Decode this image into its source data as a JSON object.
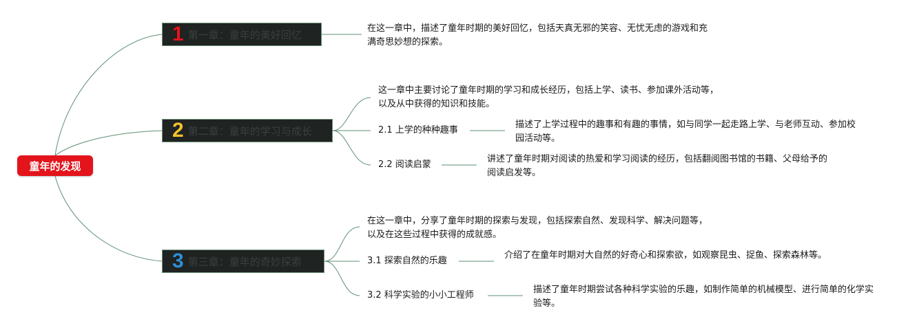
{
  "root": {
    "label": "童年的发现"
  },
  "chapters": [
    {
      "num": "1",
      "num_color": "#e3141b",
      "title": "第一章：童年的美好回忆",
      "desc": "在这一章中，描述了童年时期的美好回忆，包括天真无邪的笑容、无忧无虑的游戏和充满奇思妙想的探索。"
    },
    {
      "num": "2",
      "num_color": "#f2c12e",
      "title": "第二章：童年的学习与成长",
      "desc": "这一章中主要讨论了童年时期的学习和成长经历，包括上学、读书、参加课外活动等，以及从中获得的知识和技能。",
      "subs": [
        {
          "title": "2.1 上学的种种趣事",
          "desc": "描述了上学过程中的趣事和有趣的事情，如与同学一起走路上学、与老师互动、参加校园活动等。"
        },
        {
          "title": "2.2 阅读启蒙",
          "desc": "讲述了童年时期对阅读的热爱和学习阅读的经历，包括翻阅图书馆的书籍、父母给予的阅读启发等。"
        }
      ]
    },
    {
      "num": "3",
      "num_color": "#2f8fd6",
      "title": "第三章：童年的奇妙探索",
      "desc": "在这一章中，分享了童年时期的探索与发现，包括探索自然、发现科学、解决问题等，以及在这些过程中获得的成就感。",
      "subs": [
        {
          "title": "3.1 探索自然的乐趣",
          "desc": "介绍了在童年时期对大自然的好奇心和探索欲，如观察昆虫、捉鱼、探索森林等。"
        },
        {
          "title": "3.2 科学实验的小小工程师",
          "desc": "描述了童年时期尝试各种科学实验的乐趣，如制作简单的机械模型、进行简单的化学实验等。"
        }
      ]
    }
  ]
}
